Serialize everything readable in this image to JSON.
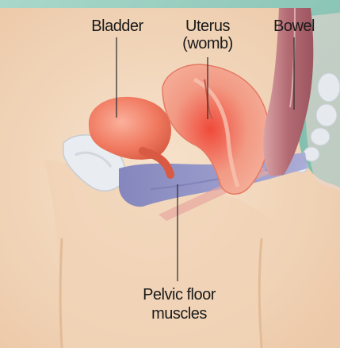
{
  "labels": {
    "bladder": "Bladder",
    "uterus_line1": "Uterus",
    "uterus_line2": "(womb)",
    "bowel": "Bowel",
    "pelvic_line1": "Pelvic floor",
    "pelvic_line2": "muscles"
  },
  "colors": {
    "background": "#8cc7b6",
    "skin": "#f3d9bf",
    "bladder": "#f07a60",
    "uterus": "#ee8a74",
    "bowel": "#c47a80",
    "pelvic_floor": "#8f92c6",
    "bone": "#e6e9ee"
  }
}
